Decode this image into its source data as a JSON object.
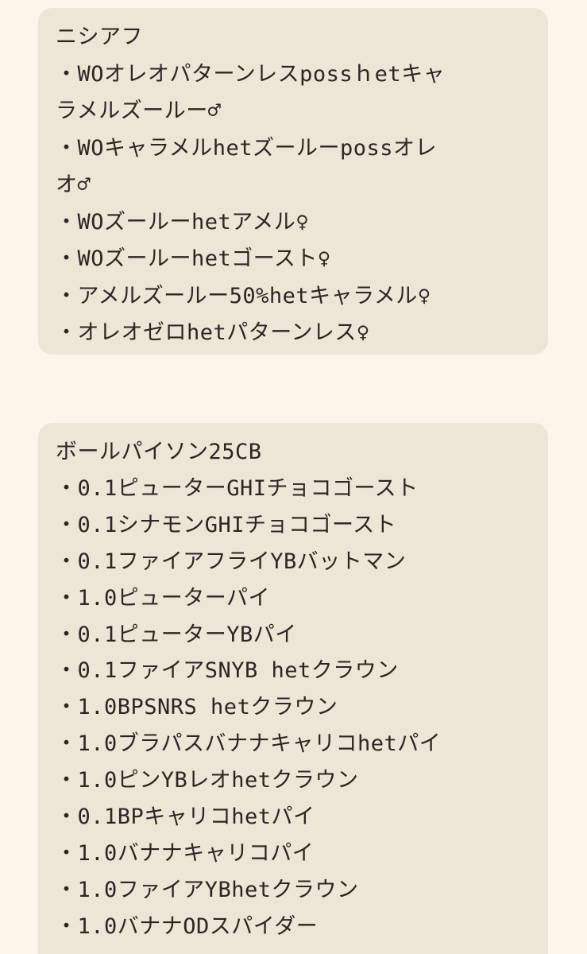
{
  "cards": [
    {
      "title": "ニシアフ",
      "lines": [
        "・WOオレオパターンレスpossｈetキャ",
        "ラメルズールー♂",
        "・WOキャラメルhetズールーpossオレ",
        "オ♂",
        "・WOズールーhetアメル♀",
        "・WOズールーhetゴースト♀",
        "・アメルズールー50%hetキャラメル♀",
        "・オレオゼロhetパターンレス♀"
      ]
    },
    {
      "title": "ボールパイソン25CB",
      "lines": [
        "・0.1ピューターGHIチョコゴースト",
        "・0.1シナモンGHIチョコゴースト",
        "・0.1ファイアフライYBバットマン",
        "・1.0ピューターパイ",
        "・0.1ピューターYBパイ",
        "・0.1ファイアSNYB hetクラウン",
        "・1.0BPSNRS hetクラウン",
        "・1.0ブラパスバナナキャリコhetパイ",
        "・1.0ピンYBレオhetクラウン",
        "・0.1BPキャリコhetパイ",
        "・1.0バナナキャリコパイ",
        "・1.0ファイアYBhetクラウン",
        "・1.0バナナODスパイダー"
      ]
    }
  ]
}
